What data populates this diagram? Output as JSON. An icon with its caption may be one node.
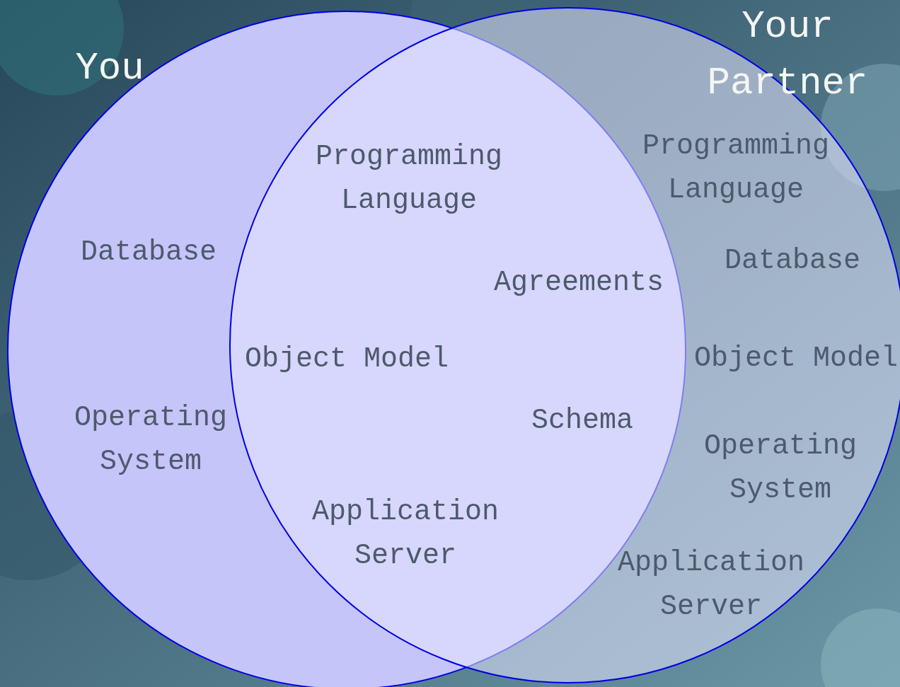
{
  "diagram": {
    "nodes": [
      {
        "text": [
          "You",
          "Database",
          "Operating System"
        ]
      },
      {
        "text": [
          "Your Partner",
          "Programming Language",
          "Database",
          "Object Model",
          "Operating System",
          "Application Server"
        ]
      }
    ],
    "labels": [
      "Programming Language",
      "Agreements",
      "Object Model",
      "Schema",
      "Application Server"
    ]
  }
}
